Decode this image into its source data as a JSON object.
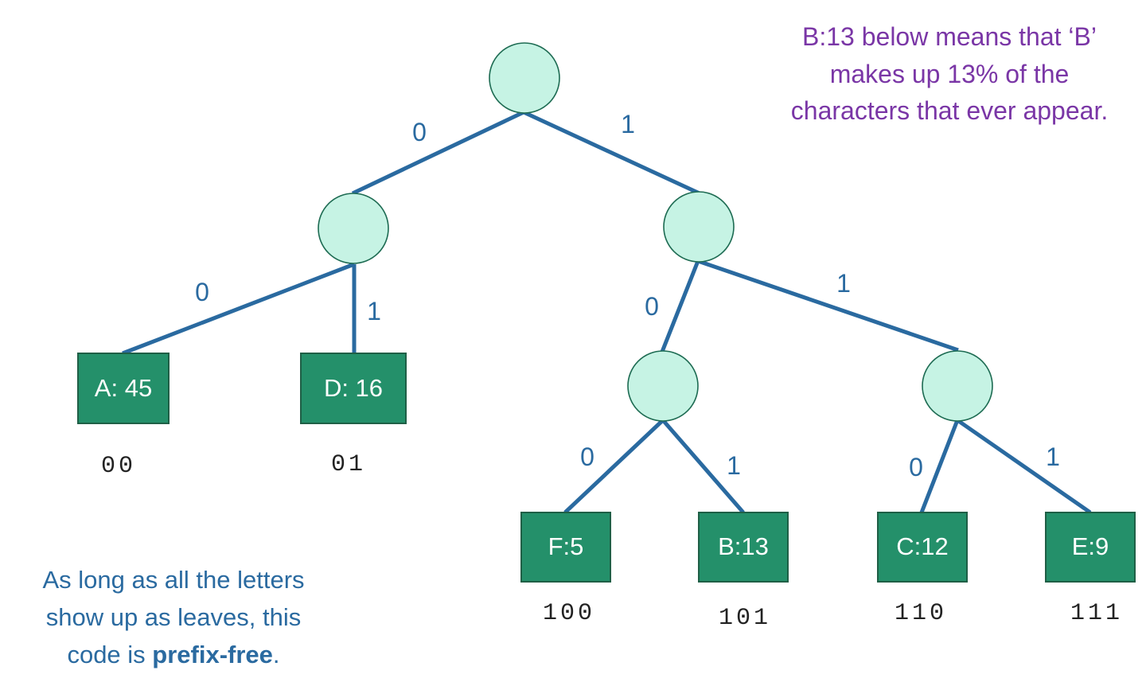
{
  "annotation": {
    "lines": [
      "B:13 below means that ‘B’",
      "makes up 13% of the",
      "characters that ever appear."
    ],
    "color": "#7a36a6"
  },
  "caption": {
    "line1": "As long as all the letters",
    "line2": "show up as leaves, this",
    "line3_prefix": "code is ",
    "line3_bold": "prefix-free",
    "line3_suffix": ".",
    "color": "#2a6aa0"
  },
  "tree": {
    "edge_color": "#2a6aa0",
    "internal_fill": "#c6f3e4",
    "leaf_fill": "#24906a",
    "edges": [
      {
        "from": "root",
        "to": "n0",
        "label": "0"
      },
      {
        "from": "root",
        "to": "n1",
        "label": "1"
      },
      {
        "from": "n0",
        "to": "leafA",
        "label": "0"
      },
      {
        "from": "n0",
        "to": "leafD",
        "label": "1"
      },
      {
        "from": "n1",
        "to": "n10",
        "label": "0"
      },
      {
        "from": "n1",
        "to": "n11",
        "label": "1"
      },
      {
        "from": "n10",
        "to": "leafF",
        "label": "0"
      },
      {
        "from": "n10",
        "to": "leafB",
        "label": "1"
      },
      {
        "from": "n11",
        "to": "leafC",
        "label": "0"
      },
      {
        "from": "n11",
        "to": "leafE",
        "label": "1"
      }
    ],
    "leaves": [
      {
        "id": "leafA",
        "label": "A: 45",
        "code": "00"
      },
      {
        "id": "leafD",
        "label": "D: 16",
        "code": "01"
      },
      {
        "id": "leafF",
        "label": "F:5",
        "code": "100"
      },
      {
        "id": "leafB",
        "label": "B:13",
        "code": "101"
      },
      {
        "id": "leafC",
        "label": "C:12",
        "code": "110"
      },
      {
        "id": "leafE",
        "label": "E:9",
        "code": "111"
      }
    ]
  }
}
